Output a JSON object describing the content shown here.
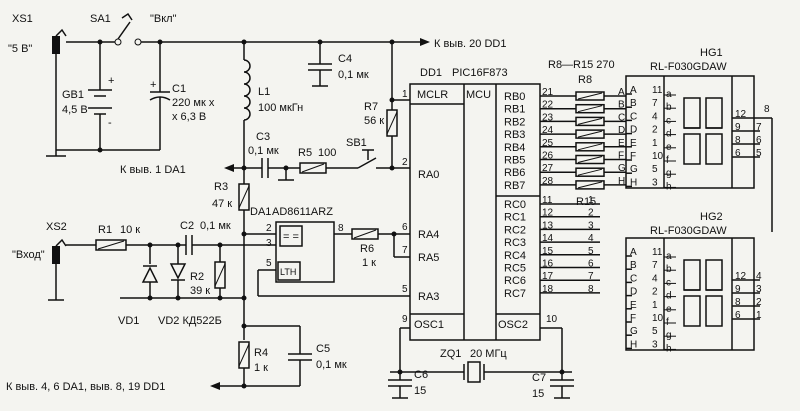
{
  "connectors": {
    "xs1": "XS1",
    "xs1_label": "\"5 В\"",
    "xs2": "XS2",
    "xs2_label": "\"Вход\""
  },
  "switch": {
    "ref": "SA1",
    "label": "\"Вкл\""
  },
  "battery": {
    "ref": "GB1",
    "value": "4,5 В",
    "plus": "+",
    "minus": "-"
  },
  "capacitors": {
    "c1": {
      "ref": "C1",
      "line1": "220 мк x",
      "line2": "x 6,3 В",
      "plus": "+"
    },
    "c2": {
      "ref": "C2",
      "value": "0,1 мк"
    },
    "c3": {
      "ref": "C3",
      "value": "0,1 мк"
    },
    "c4": {
      "ref": "C4",
      "value": "0,1 мк"
    },
    "c5": {
      "ref": "C5",
      "value": "0,1 мк"
    },
    "c6": {
      "ref": "C6",
      "value": "15"
    },
    "c7": {
      "ref": "C7",
      "value": "15"
    }
  },
  "inductor": {
    "ref": "L1",
    "value": "100 мкГн"
  },
  "resistors": {
    "r1": {
      "ref": "R1",
      "value": "10 к"
    },
    "r2": {
      "ref": "R2",
      "value": "39 к"
    },
    "r3": {
      "ref": "R3",
      "value": "47 к"
    },
    "r4": {
      "ref": "R4",
      "value": "1 к"
    },
    "r5": {
      "ref": "R5",
      "value": "100"
    },
    "r6": {
      "ref": "R6",
      "value": "1 к"
    },
    "r7": {
      "ref": "R7",
      "value": "56 к"
    },
    "r8": "R8",
    "r15": "R15",
    "array": "R8—R15  270"
  },
  "button": {
    "ref": "SB1"
  },
  "diodes": {
    "vd1": "VD1",
    "vd2": "VD2 КД522Б"
  },
  "opamp": {
    "ref": "DA1",
    "part": "AD8611ARZ",
    "inputs": "= =",
    "lth": "LTH",
    "pins": {
      "p2": "2",
      "p3": "3",
      "p5": "5",
      "p8": "8"
    }
  },
  "mcu": {
    "ref": "DD1",
    "part": "PIC16F873",
    "mclr": "MCLR",
    "mcu": "MCU",
    "left": [
      {
        "num": "1",
        "name": ""
      },
      {
        "num": "2",
        "name": "RA0"
      },
      {
        "num": "6",
        "name": "RA4"
      },
      {
        "num": "7",
        "name": "RA5"
      },
      {
        "num": "5",
        "name": "RA3"
      },
      {
        "num": "9",
        "name": "OSC1"
      }
    ],
    "rb": [
      {
        "num": "21",
        "name": "RB0",
        "seg": "A"
      },
      {
        "num": "22",
        "name": "RB1",
        "seg": "B"
      },
      {
        "num": "23",
        "name": "RB2",
        "seg": "C"
      },
      {
        "num": "24",
        "name": "RB3",
        "seg": "D"
      },
      {
        "num": "25",
        "name": "RB4",
        "seg": "E"
      },
      {
        "num": "26",
        "name": "RB5",
        "seg": "F"
      },
      {
        "num": "27",
        "name": "RB6",
        "seg": "G"
      },
      {
        "num": "28",
        "name": "RB7",
        "seg": "H"
      }
    ],
    "rc": [
      {
        "num": "11",
        "name": "RC0",
        "hg": "1"
      },
      {
        "num": "12",
        "name": "RC1",
        "hg": "2"
      },
      {
        "num": "13",
        "name": "RC2",
        "hg": "3"
      },
      {
        "num": "14",
        "name": "RC3",
        "hg": "4"
      },
      {
        "num": "15",
        "name": "RC4",
        "hg": "5"
      },
      {
        "num": "16",
        "name": "RC5",
        "hg": "6"
      },
      {
        "num": "17",
        "name": "RC6",
        "hg": "7"
      },
      {
        "num": "18",
        "name": "RC7",
        "hg": "8"
      }
    ],
    "osc2": "OSC2",
    "osc2_pin": "10"
  },
  "crystal": {
    "ref": "ZQ1",
    "value": "20 МГц"
  },
  "displays": {
    "hg1": {
      "ref": "HG1",
      "part": "RL-F030GDAW"
    },
    "hg2": {
      "ref": "HG2",
      "part": "RL-F030GDAW"
    },
    "seg_letters": [
      "a",
      "b",
      "c",
      "d",
      "e",
      "f",
      "g",
      "h"
    ],
    "in_pins": [
      "11",
      "7",
      "4",
      "2",
      "1",
      "10",
      "5",
      "3"
    ],
    "hg1_right": [
      [
        "12",
        ""
      ],
      [
        "9",
        "7"
      ],
      [
        "8",
        "6"
      ],
      [
        "6",
        "5"
      ]
    ],
    "hg1_top_right": "8",
    "hg2_right": [
      [
        "12",
        "4"
      ],
      [
        "9",
        "3"
      ],
      [
        "8",
        "2"
      ],
      [
        "6",
        "1"
      ]
    ]
  },
  "nets": {
    "to_dd1": "К выв. 20 DD1",
    "to_da1": "К выв. 1 DA1",
    "to_bottom": "К выв. 4, 6 DA1, выв. 8, 19 DD1"
  }
}
